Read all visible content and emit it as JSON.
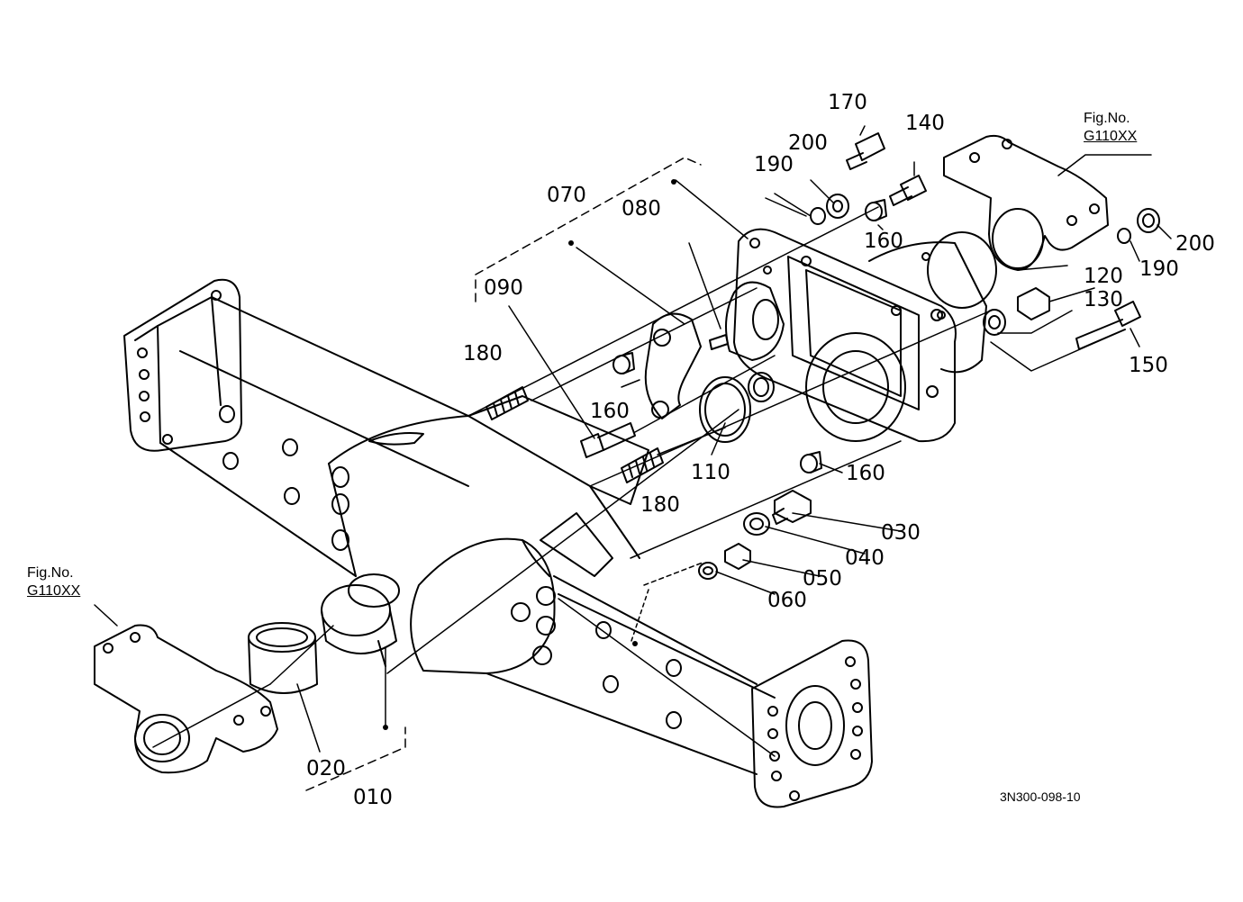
{
  "diagram": {
    "reference_code": "3N300-098-10",
    "fig_refs": [
      {
        "label": "Fig.No.",
        "code": "G110XX"
      },
      {
        "label": "Fig.No.",
        "code": "G110XX"
      }
    ],
    "callouts": {
      "p010": "010",
      "p020": "020",
      "p030": "030",
      "p040": "040",
      "p050": "050",
      "p060": "060",
      "p070": "070",
      "p080": "080",
      "p090": "090",
      "p110": "110",
      "p120": "120",
      "p130": "130",
      "p140": "140",
      "p150": "150",
      "p160a": "160",
      "p160b": "160",
      "p160c": "160",
      "p170": "170",
      "p180a": "180",
      "p180b": "180",
      "p190a": "190",
      "p190b": "190",
      "p200a": "200",
      "p200b": "200"
    }
  }
}
